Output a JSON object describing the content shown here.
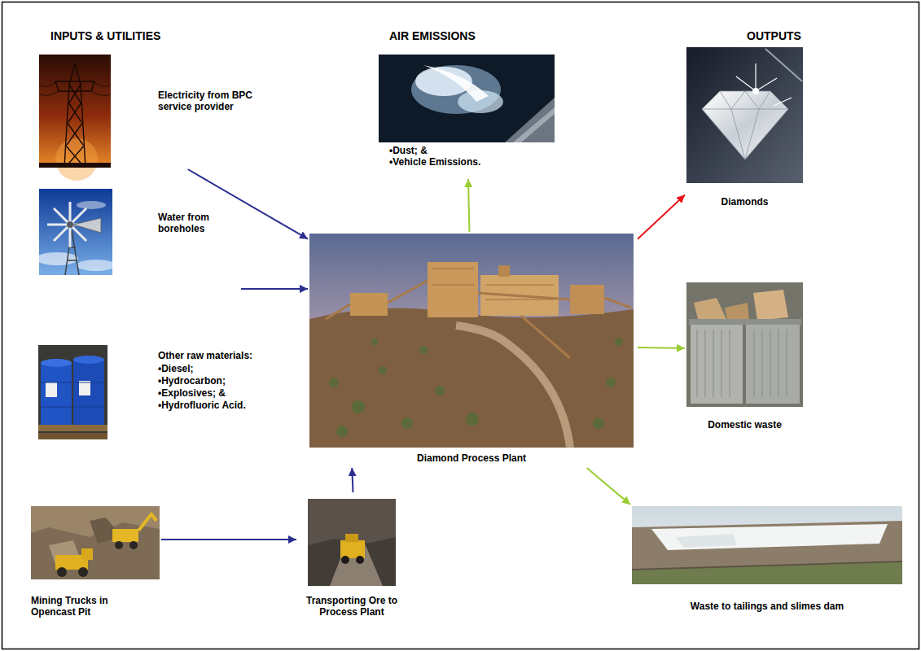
{
  "diagram": {
    "nodes": [
      {
        "text": [
          "Electricity from BPC service provider"
        ]
      },
      {
        "text": [
          "•Dust; &",
          "•Vehicle Emissions."
        ]
      },
      {
        "text": [
          "Diamonds"
        ]
      },
      {
        "text": [
          "Water from boreholes"
        ]
      },
      {
        "text": [
          "Diamond Process Plant"
        ]
      },
      {
        "text": [
          "Domestic waste"
        ]
      },
      {
        "text": [
          "Other raw materials:",
          "•Diesel;",
          "•Hydrocarbon;",
          "•Explosives; &",
          "•Hydrofluoric Acid."
        ]
      },
      {
        "text": [
          "Mining Trucks in Opencast Pit"
        ]
      },
      {
        "text": [
          "Transporting Ore to Process Plant"
        ]
      },
      {
        "text": [
          "Waste to tailings and slimes dam"
        ]
      }
    ],
    "edges": [
      {
        "from": 0,
        "to": 4,
        "arrow": "to"
      },
      {
        "from": 3,
        "to": 4,
        "arrow": "to"
      },
      {
        "from": 7,
        "to": 8,
        "arrow": "to"
      },
      {
        "from": 8,
        "to": 4,
        "arrow": "to"
      },
      {
        "from": 4,
        "to": 1,
        "arrow": "to"
      },
      {
        "from": 4,
        "to": 2,
        "arrow": "to"
      },
      {
        "from": 4,
        "to": 5,
        "arrow": "to"
      },
      {
        "from": 4,
        "to": 9,
        "arrow": "to"
      }
    ],
    "labels": [
      "INPUTS & UTILITIES",
      "AIR EMISSIONS",
      "OUTPUTS"
    ]
  }
}
